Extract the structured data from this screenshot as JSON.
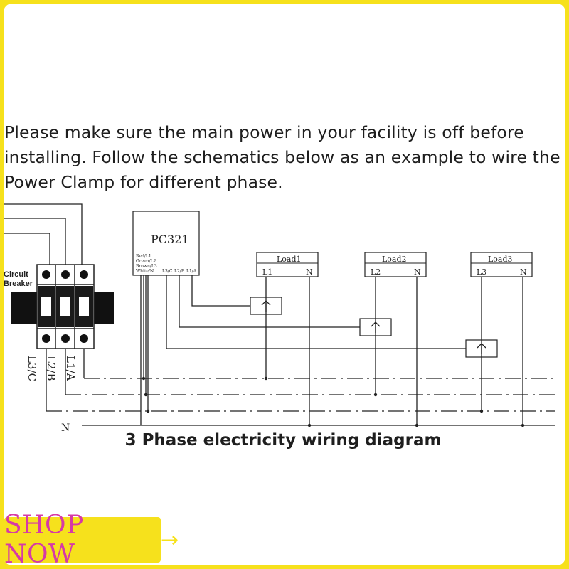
{
  "intro_text": "Please make sure the main power in your facility is off before installing. Follow the schematics below as an example to wire the Power Clamp for different phase.",
  "diagram": {
    "meter_label": "PC321",
    "wire_colors": [
      "Red/L1",
      "Green/L2",
      "Brown/L3",
      "White/N"
    ],
    "meter_terminals": [
      "L3/C",
      "L2/B",
      "L1/A"
    ],
    "breaker_label": [
      "Circuit",
      "Breaker"
    ],
    "phase_labels": [
      "L3/C",
      "L2/B",
      "L1/A"
    ],
    "neutral_label": "N",
    "loads": [
      {
        "name": "Load1",
        "line": "L1",
        "neutral": "N"
      },
      {
        "name": "Load2",
        "line": "L2",
        "neutral": "N"
      },
      {
        "name": "Load3",
        "line": "L3",
        "neutral": "N"
      }
    ]
  },
  "caption": "3 Phase electricity wiring diagram",
  "shop_button": {
    "label": "SHOP NOW",
    "arrow": "→"
  },
  "colors": {
    "border": "#f6e11c",
    "shop_text": "#d63aa6",
    "ink": "#1e1e1e"
  }
}
